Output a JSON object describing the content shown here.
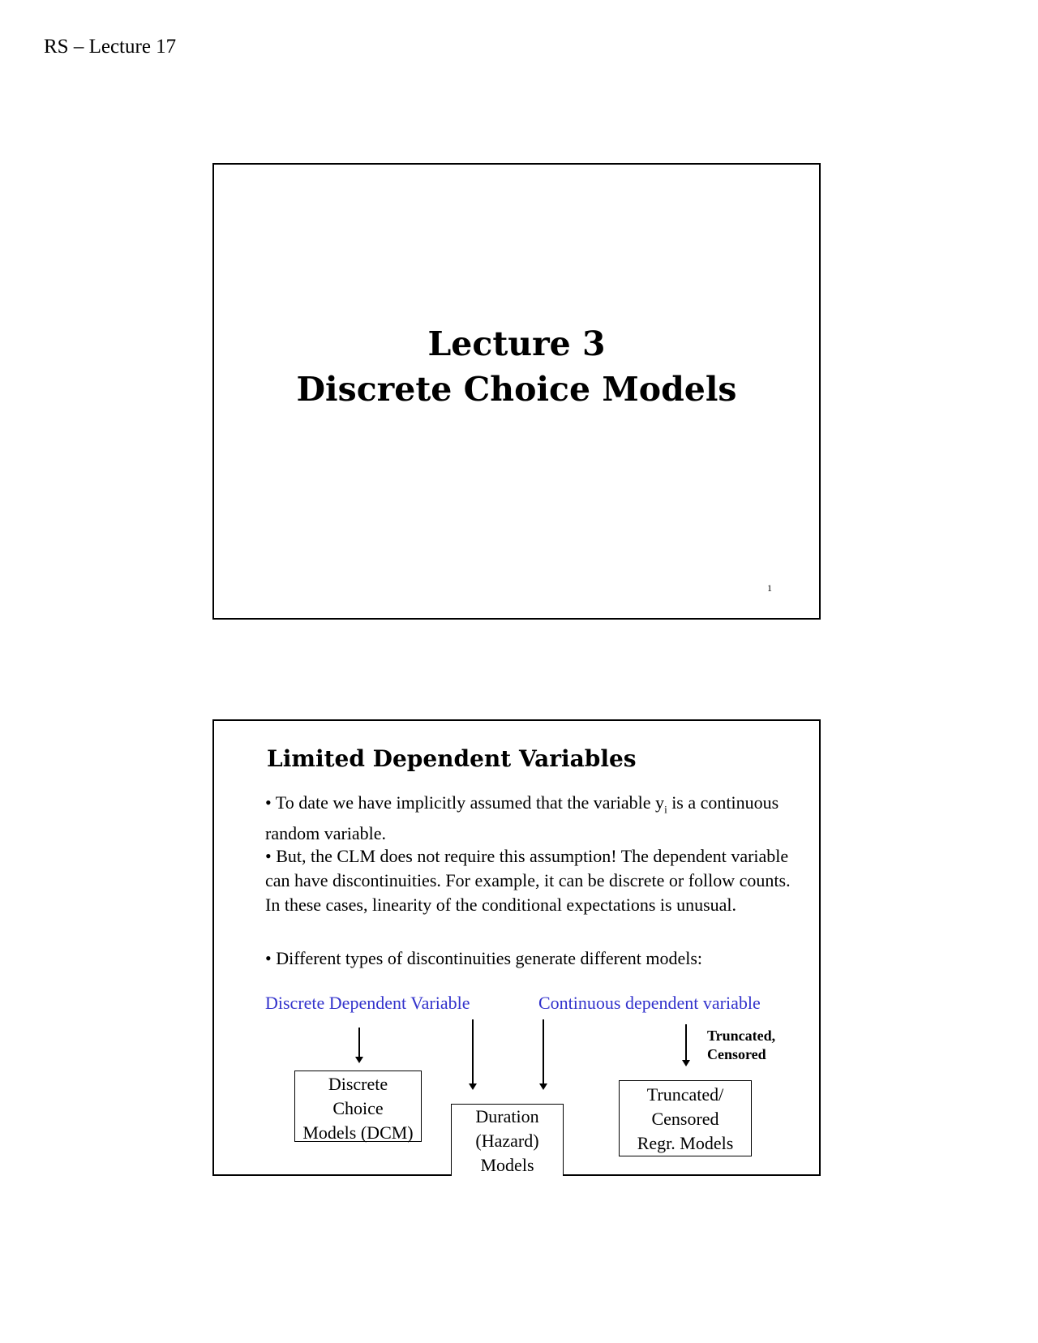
{
  "header": "RS – Lecture 17",
  "slide1": {
    "title_line1": "Lecture 3",
    "title_line2": "Discrete Choice Models",
    "page_number": "1"
  },
  "slide2": {
    "title": "Limited Dependent Variables",
    "bullet1": "• To date we have implicitly assumed that the variable yi is a continuous random variable.",
    "bullet2": "• But, the CLM does not require this assumption! The dependent variable can have discontinuities. For example, it can be discrete or follow counts. In these cases, linearity of the conditional expectations is unusual.",
    "bullet3": "• Different types of discontinuities generate different models:",
    "label_discrete": "Discrete Dependent Variable",
    "label_continuous": "Continuous dependent variable",
    "note": [
      "Truncated,",
      "Censored"
    ],
    "boxes": {
      "dcm": [
        "Discrete",
        "Choice",
        "Models (DCM)"
      ],
      "duration": [
        "Duration",
        "(Hazard)",
        "Models"
      ],
      "truncated": [
        "Truncated/",
        "Censored",
        "Regr. Models"
      ]
    }
  }
}
